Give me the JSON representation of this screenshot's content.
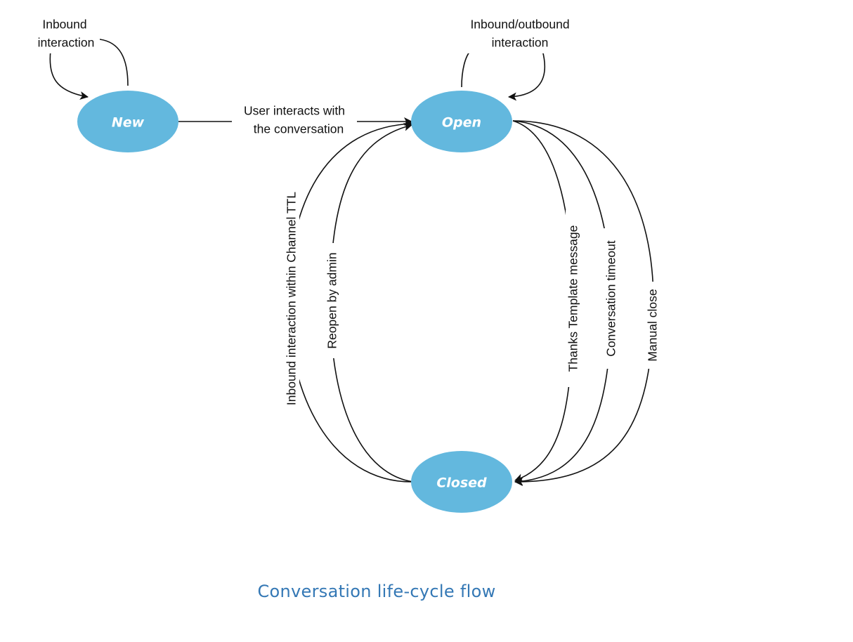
{
  "diagram": {
    "nodes": {
      "new": {
        "label": "New"
      },
      "open": {
        "label": "Open"
      },
      "closed": {
        "label": "Closed"
      }
    },
    "edges": {
      "new_self": {
        "label_lines": [
          "Inbound",
          "interaction"
        ]
      },
      "open_self": {
        "label_lines": [
          "Inbound/outbound",
          "interaction"
        ]
      },
      "new_to_open": {
        "label_lines": [
          "User interacts with",
          "the conversation"
        ]
      },
      "closed_to_open_ttl": {
        "label": "Inbound interaction within Channel TTL"
      },
      "closed_to_open_admin": {
        "label": "Reopen by admin"
      },
      "open_to_closed_thanks": {
        "label": "Thanks  Template message"
      },
      "open_to_closed_timeout": {
        "label": "Conversation timeout"
      },
      "open_to_closed_manual": {
        "label": "Manual close"
      }
    },
    "colors": {
      "node_fill": "#63b8de",
      "node_text": "#ffffff",
      "edge": "#111111",
      "caption": "#3478b5"
    }
  },
  "caption": "Conversation life-cycle flow"
}
